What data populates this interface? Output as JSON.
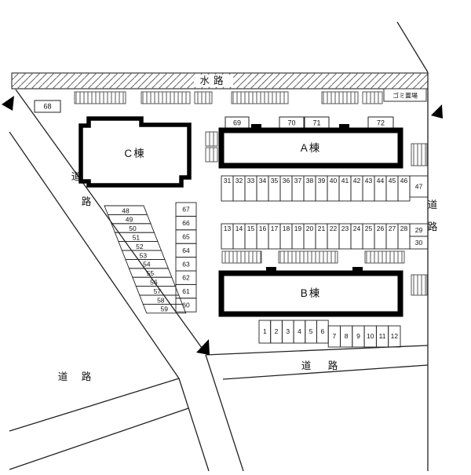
{
  "labels": {
    "waterway": "水路",
    "road": "道路",
    "garbage": "ゴミ置場",
    "building_a": "A棟",
    "building_b": "B棟",
    "building_c": "C棟"
  },
  "parking": {
    "row_upper": [
      "31",
      "32",
      "33",
      "34",
      "35",
      "36",
      "37",
      "38",
      "39",
      "40",
      "41",
      "42",
      "43",
      "44",
      "45",
      "46"
    ],
    "stall_47": "47",
    "row_middle": [
      "13",
      "14",
      "15",
      "16",
      "17",
      "18",
      "19",
      "20",
      "21",
      "22",
      "23",
      "24",
      "25",
      "26",
      "27",
      "28"
    ],
    "stall_29": "29",
    "stall_30": "30",
    "row_bottom_left": [
      "1",
      "2",
      "3",
      "4",
      "5",
      "6"
    ],
    "row_bottom_right": [
      "7",
      "8",
      "9",
      "10",
      "11",
      "12"
    ],
    "diagonal_strip": [
      "48",
      "49",
      "50",
      "51",
      "52",
      "53",
      "54",
      "55",
      "56",
      "57",
      "58",
      "59"
    ],
    "vertical_column": [
      "67",
      "66",
      "65",
      "64",
      "63",
      "62",
      "61",
      "60"
    ],
    "corner_boxes": [
      "68",
      "69",
      "70",
      "71",
      "72"
    ]
  }
}
